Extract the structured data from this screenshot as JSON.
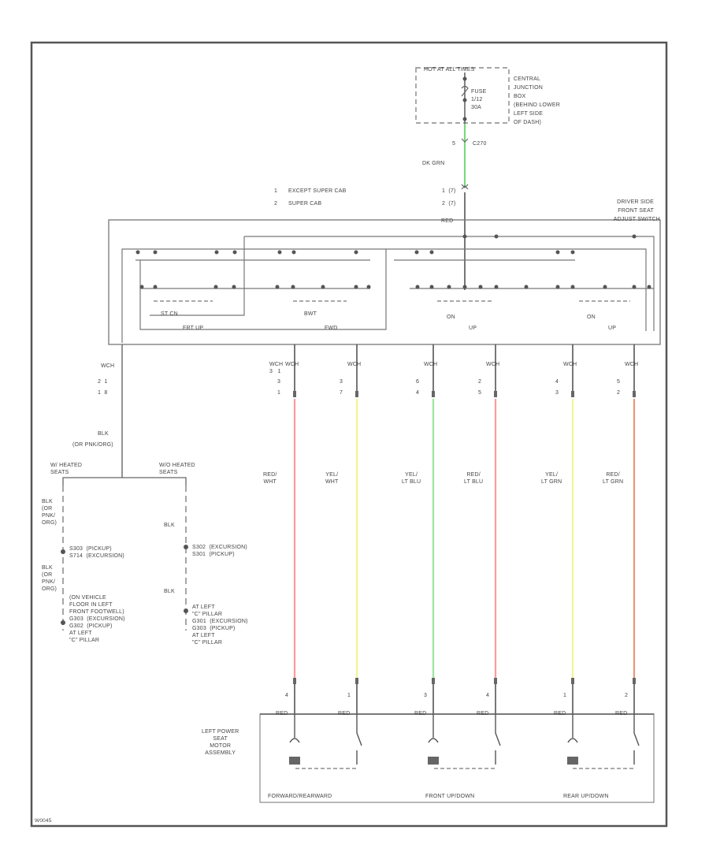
{
  "fuse_box": {
    "header": "HOT AT ALL TIMES",
    "fuse_lines": [
      "FUSE",
      "1/12",
      "30A"
    ],
    "location_lines": [
      "CENTRAL",
      "JUNCTION",
      "BOX",
      "(BEHIND LOWER",
      "LEFT SIDE",
      "OF DASH)"
    ]
  },
  "connector_top": {
    "pin": "5",
    "id": "C270"
  },
  "feed_wire": {
    "color_code": "DK GRN",
    "color": "#7bd97b"
  },
  "notes": [
    {
      "num": "1",
      "text": "EXCEPT SUPER CAB"
    },
    {
      "num": "2",
      "text": "SUPER CAB"
    }
  ],
  "note_pins": [
    "1  (7)",
    "2  (7)"
  ],
  "switch_feed_wire": "RED",
  "switch_box": {
    "label_lines": [
      "DRIVER SIDE",
      "FRONT SEAT",
      "ADJUST SWITCH"
    ],
    "positions": [
      {
        "label": "ST CN",
        "sub": "FRT UP"
      },
      {
        "label": "BWT",
        "sub": "FWD"
      },
      {
        "label": "ON",
        "sub": "UP"
      },
      {
        "label": "ON",
        "sub": "UP"
      }
    ]
  },
  "ground_branch": {
    "wire_label": "WCH",
    "pins": [
      "2  1",
      "1  8"
    ],
    "wire_color": "BLK",
    "wire_color_alt": "(OR PNK/ORG)",
    "with_heated": "W/ HEATED\nSEATS",
    "without_heated": "W/O HEATED\nSEATS",
    "left_col": {
      "wire1": "BLK\n(OR\nPNK/\nORG)",
      "splice": "S303  (PICKUP)\nS714  (EXCURSION)",
      "wire2": "BLK\n(OR\nPNK/\nORG)",
      "ground": "(ON VEHICLE\nFLOOR IN LEFT\nFRONT FOOTWELL)\nG303  (EXCURSION)\nG302  (PICKUP)\nAT LEFT\n\"C\" PILLAR"
    },
    "right_col": {
      "wire1": "BLK",
      "splice": "S302  (EXCURSION)\nS301  (PICKUP)",
      "wire2": "BLK",
      "ground": "AT LEFT\n\"C\" PILLAR\nG301  (EXCURSION)\nG303  (PICKUP)\nAT LEFT\n\"C\" PILLAR"
    }
  },
  "motor_wires": [
    {
      "conn": "WCH",
      "pins": [
        "3",
        "1"
      ],
      "color_label": "RED/\nWHT",
      "color": "#ff9b9b",
      "motor_pin": "4",
      "motor_conn": "RED"
    },
    {
      "conn": "WCH",
      "pins": [
        "3",
        "7"
      ],
      "color_label": "YEL/\nWHT",
      "color": "#f4f494",
      "motor_pin": "1",
      "motor_conn": "RED"
    },
    {
      "conn": "WCH",
      "pins": [
        "6",
        "4"
      ],
      "color_label": "YEL/\nLT BLU",
      "color": "#9be59b",
      "motor_pin": "3",
      "motor_conn": "RED"
    },
    {
      "conn": "WCH",
      "pins": [
        "2",
        "5"
      ],
      "color_label": "RED/\nLT BLU",
      "color": "#ff9b9b",
      "motor_pin": "4",
      "motor_conn": "RED"
    },
    {
      "conn": "WCH",
      "pins": [
        "4",
        "3"
      ],
      "color_label": "YEL/\nLT GRN",
      "color": "#f4f494",
      "motor_pin": "1",
      "motor_conn": "RED"
    },
    {
      "conn": "WCH",
      "pins": [
        "5",
        "2"
      ],
      "color_label": "RED/\nLT GRN",
      "color": "#e79a7a",
      "motor_pin": "2",
      "motor_conn": "RED"
    }
  ],
  "fused_wire_tag": "WCH\n3   1",
  "motor_assembly": {
    "label": "LEFT POWER\nSEAT\nMOTOR\nASSEMBLY",
    "motors": [
      "FORWARD/REARWARD",
      "FRONT UP/DOWN",
      "REAR UP/DOWN"
    ]
  },
  "footer_code": "W0045"
}
